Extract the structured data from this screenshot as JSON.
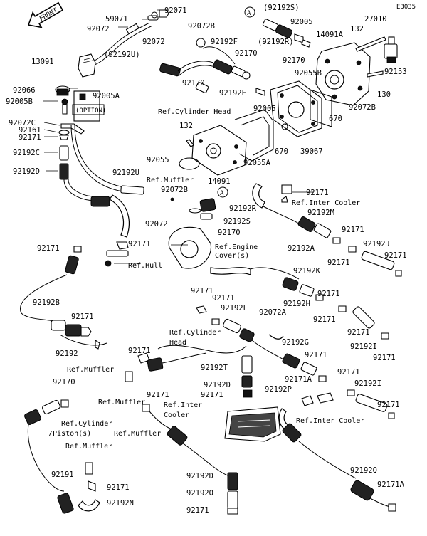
{
  "code": "E3035",
  "front_label": "FRONT",
  "option_label": "(OPTION)",
  "refs": {
    "cyl_head_1": "Ref.Cylinder Head",
    "muffler_1": "Ref.Muffler",
    "inter_cooler_1": "Ref.Inter Cooler",
    "engine_cover_1": "Ref.Engine",
    "engine_cover_2": "Cover(s)",
    "hull": "Ref.Hull",
    "muffler_2": "Ref.Muffler",
    "cyl_head_2a": "Ref.Cylinder",
    "cyl_head_2b": "Head",
    "muffler_3": "Ref.Muffler",
    "inter_cooler_2a": "Ref.Inter",
    "inter_cooler_2b": "Cooler",
    "cyl_piston_a": "Ref.Cylinder",
    "cyl_piston_b": "/Piston(s)",
    "muffler_4": "Ref.Muffler",
    "muffler_5": "Ref.Muffler",
    "inter_cooler_3": "Ref.Inter Cooler"
  },
  "callouts": {
    "a_top": "A",
    "a_mid": "A"
  },
  "labels": {
    "p59071": "59071",
    "p92071": "92071",
    "p92072_a": "92072",
    "p92072_b": "92072",
    "p92192U_a": "(92192U)",
    "p13091": "13091",
    "p92066": "92066",
    "p92005A": "92005A",
    "p92005B": "92005B",
    "p92072C": "92072C",
    "p92161": "92161",
    "p92171_a": "92171",
    "p92192C": "92192C",
    "p92192D_a": "92192D",
    "p92072B_a": "92072B",
    "p92192F": "92192F",
    "p92170_a": "92170",
    "p92170_b": "92170",
    "p92192E": "92192E",
    "p92192S_a": "(92192S)",
    "p92005_a": "92005",
    "p92192R_a": "(92192R)",
    "p92170_c": "92170",
    "p27010": "27010",
    "p132_a": "132",
    "p14091A": "14091A",
    "p92153": "92153",
    "p92055B": "92055B",
    "p130": "130",
    "p92005_b": "92005",
    "p670_a": "670",
    "p92072B_b": "92072B",
    "p132_b": "132",
    "p670_b": "670",
    "p39067": "39067",
    "p92055": "92055",
    "p92055A": "92055A",
    "p14091": "14091",
    "p92192U_b": "92192U",
    "p92072B_c": "92072B",
    "p92171_b": "92171",
    "p92192R_b": "92192R",
    "p92192M": "92192M",
    "p92072_c": "92072",
    "p92192S_b": "92192S",
    "p92170_d": "92170",
    "p92171_c": "92171",
    "p92171_d": "92171",
    "p92192A": "92192A",
    "p92192J": "92192J",
    "p92171_e": "92171",
    "p92171_f": "92171",
    "p92171_g": "92171",
    "p92192K": "92192K",
    "p92171_h": "92171",
    "p92171_i": "92171",
    "p92192L": "92192L",
    "p92192H": "92192H",
    "p92192B": "92192B",
    "p92171_j": "92171",
    "p92072A": "92072A",
    "p92171_k": "92171",
    "p92171_l": "92171",
    "p92192I_a": "92192I",
    "p92192": "92192",
    "p92192G": "92192G",
    "p92171_m": "92171",
    "p92171_n": "92171",
    "p92192T": "92192T",
    "p92171_o": "92171",
    "p92171A_a": "92171A",
    "p92171_p": "92171",
    "p92192I_b": "92192I",
    "p92170_e": "92170",
    "p92192D_b": "92192D",
    "p92171_q": "92171",
    "p92171_r": "92171",
    "p92192P": "92192P",
    "p92171_s": "92171",
    "p92191": "92191",
    "p92171_t": "92171",
    "p92192N": "92192N",
    "p92192D_c": "92192D",
    "p92192O": "92192O",
    "p92192Q": "92192Q",
    "p92171A_b": "92171A",
    "p92171_u": "92171"
  }
}
